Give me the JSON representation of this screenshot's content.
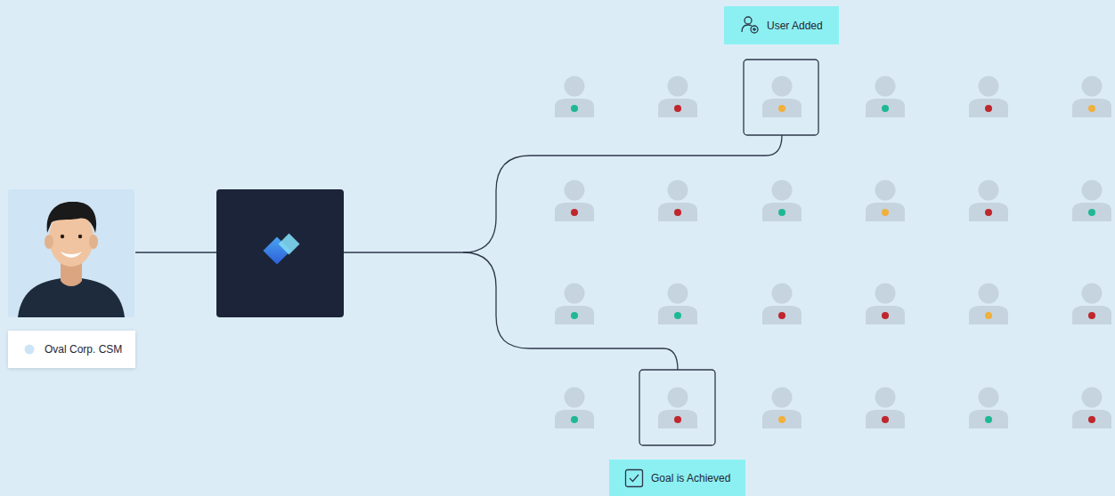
{
  "diagram": {
    "nodes": [
      {
        "text": [
          "Oval Corp. CSM"
        ]
      },
      {
        "text": [
          "User Added"
        ]
      },
      {
        "text": [
          "Goal is Achieved"
        ]
      }
    ]
  }
}
